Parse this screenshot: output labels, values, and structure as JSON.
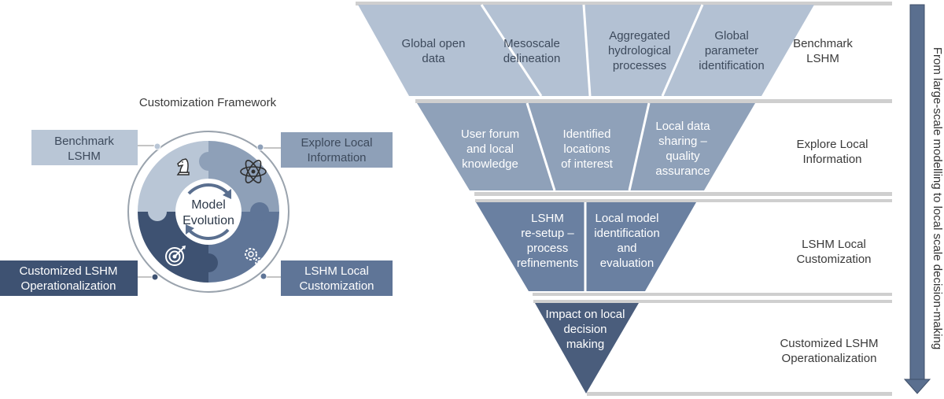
{
  "framework": {
    "title": "Customization Framework",
    "center_label": [
      "Model",
      "Evolution"
    ],
    "stages": [
      {
        "lines": [
          "Benchmark",
          "LSHM"
        ],
        "icon": "chess-knight-icon"
      },
      {
        "lines": [
          "Explore Local",
          "Information"
        ],
        "icon": "atom-icon"
      },
      {
        "lines": [
          "LSHM Local",
          "Customization"
        ],
        "icon": "gears-icon"
      },
      {
        "lines": [
          "Customized LSHM",
          "Operationalization"
        ],
        "icon": "target-icon"
      }
    ]
  },
  "funnel": {
    "levels": [
      {
        "label": [
          "Benchmark",
          "LSHM"
        ],
        "cells": [
          [
            "Global open",
            "data"
          ],
          [
            "Mesoscale",
            "delineation"
          ],
          [
            "Aggregated",
            "hydrological",
            "processes"
          ],
          [
            "Global",
            "parameter",
            "identification"
          ]
        ]
      },
      {
        "label": [
          "Explore Local",
          "Information"
        ],
        "cells": [
          [
            "User forum",
            "and local",
            "knowledge"
          ],
          [
            "Identified",
            "locations",
            "of interest"
          ],
          [
            "Local data",
            "sharing –",
            "quality",
            "assurance"
          ]
        ]
      },
      {
        "label": [
          "LSHM Local",
          "Customization"
        ],
        "cells": [
          [
            "LSHM",
            "re-setup –",
            "process",
            "refinements"
          ],
          [
            "Local model",
            "identification",
            "and",
            "evaluation"
          ]
        ]
      },
      {
        "label": [
          "Customized LSHM",
          "Operationalization"
        ],
        "cells": [
          [
            "Impact on local",
            "decision",
            "making"
          ]
        ]
      }
    ]
  },
  "arrow_label": "From large-scale modelling to local scale decision-making",
  "colors": {
    "level1": "#b3c1d3",
    "level2": "#8fa1b9",
    "level3": "#6a80a1",
    "level4": "#4a5d7c",
    "separator": "#cfcfcf",
    "arrow": "#5a6f8f"
  }
}
